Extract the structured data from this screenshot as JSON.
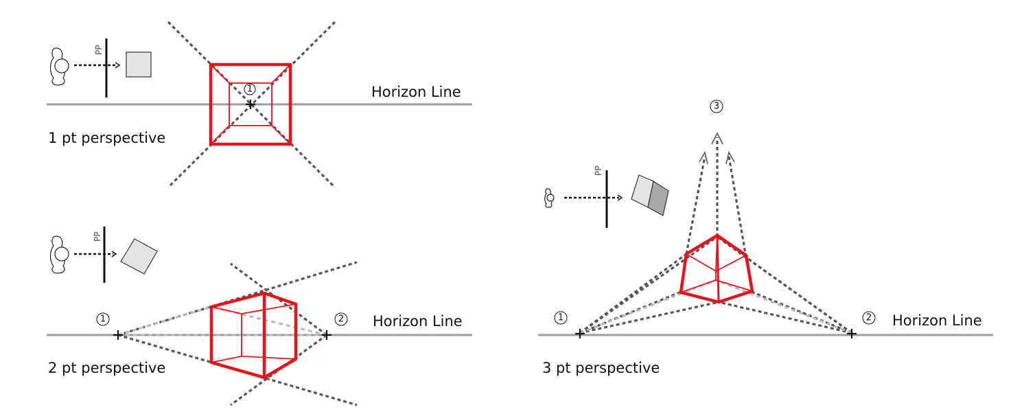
{
  "diagrams": {
    "one_point": {
      "caption": "1 pt perspective",
      "horizon_label": "Horizon Line",
      "picture_plane_label": "PP",
      "vanishing_points": [
        "1"
      ]
    },
    "two_point": {
      "caption": "2 pt perspective",
      "horizon_label": "Horizon Line",
      "picture_plane_label": "PP",
      "vanishing_points": [
        "1",
        "2"
      ]
    },
    "three_point": {
      "caption": "3 pt perspective",
      "horizon_label": "Horizon Line",
      "picture_plane_label": "PP",
      "vanishing_points": [
        "1",
        "2",
        "3"
      ]
    }
  },
  "colors": {
    "accent": "#e8141b",
    "construction": "#555555",
    "construction_light": "#bbbbbb",
    "horizon": "#999999"
  }
}
